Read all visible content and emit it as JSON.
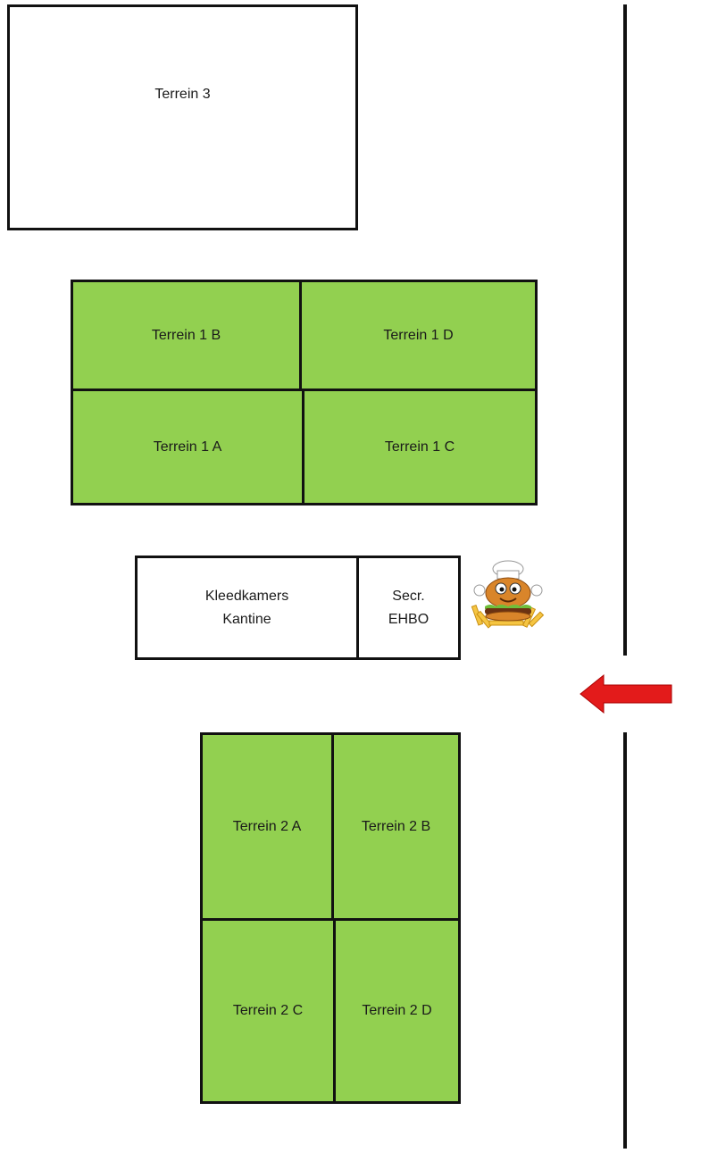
{
  "colors": {
    "field": "#92d050",
    "border": "#111111",
    "arrow": "#e31b1b",
    "background": "#ffffff"
  },
  "terrein3": {
    "label": "Terrein 3"
  },
  "terrein1": {
    "b": "Terrein 1 B",
    "d": "Terrein 1 D",
    "a": "Terrein 1 A",
    "c": "Terrein 1 C"
  },
  "clubhouse": {
    "main_line1": "Kleedkamers",
    "main_line2": "Kantine",
    "office_line1": "Secr.",
    "office_line2": "EHBO"
  },
  "icons": {
    "snack": "chef-burger-fries-icon",
    "entrance": "entrance-arrow-icon"
  },
  "terrein2": {
    "a": "Terrein 2 A",
    "b": "Terrein 2 B",
    "c": "Terrein 2 C",
    "d": "Terrein 2 D"
  }
}
